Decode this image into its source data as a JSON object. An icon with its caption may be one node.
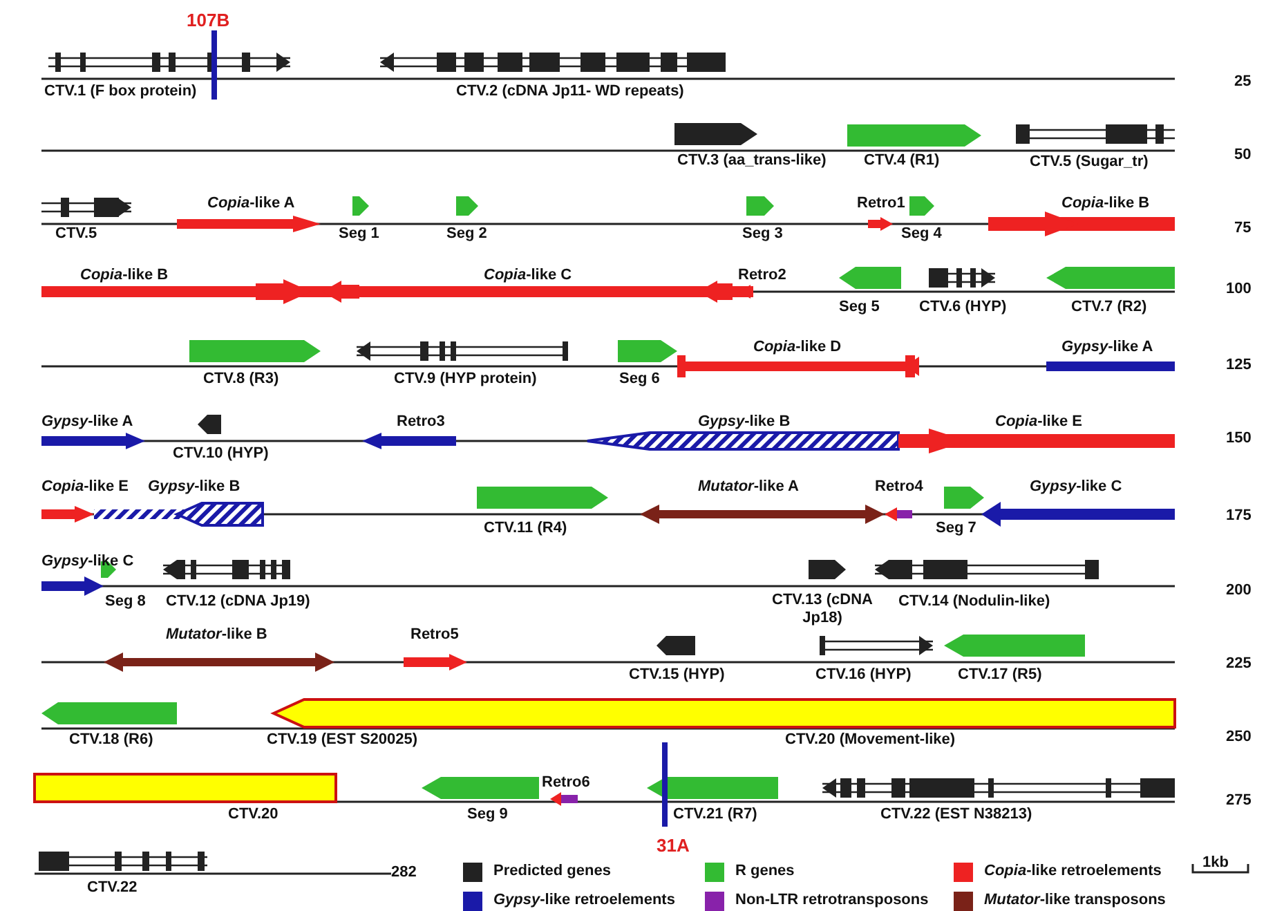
{
  "diagram": {
    "labels": [
      "107B",
      "CTV.1 (F box protein)",
      "CTV.2 (cDNA Jp11- WD repeats)",
      "25",
      "CTV.3 (aa_trans-like)",
      "CTV.4 (R1)",
      "CTV.5 (Sugar_tr)",
      "50",
      "*Copia*-like A",
      "Retro1",
      "*Copia*-like B",
      "CTV.5",
      "Seg 1",
      "Seg 2",
      "Seg 3",
      "Seg 4",
      "75",
      "*Copia*-like B",
      "*Copia*-like C",
      "Retro2",
      "Seg 5",
      "CTV.6 (HYP)",
      "CTV.7 (R2)",
      "100",
      "*Copia*-like D",
      "*Gypsy*-like A",
      "CTV.8 (R3)",
      "CTV.9 (HYP protein)",
      "Seg 6",
      "125",
      "*Gypsy*-like A",
      "Retro3",
      "*Gypsy*-like B",
      "*Copia*-like E",
      "CTV.10 (HYP)",
      "150",
      "*Copia*-like E",
      "*Gypsy*-like B",
      "*Mutator*-like A",
      "Retro4",
      "*Gypsy*-like C",
      "CTV.11 (R4)",
      "Seg 7",
      "175",
      "*Gypsy*-like C",
      "Seg 8",
      "CTV.12 (cDNA Jp19)",
      "CTV.13 (cDNA Jp18)",
      "CTV.14 (Nodulin-like)",
      "200",
      "*Mutator*-like B",
      "Retro5",
      "CTV.15 (HYP)",
      "CTV.16 (HYP)",
      "CTV.17 (R5)",
      "225",
      "CTV.18 (R6)",
      "CTV.19 (EST S20025)",
      "CTV.20 (Movement-like)",
      "250",
      "Retro6",
      "CTV.20",
      "Seg 9",
      "CTV.21 (R7)",
      "CTV.22 (EST N38213)",
      "275",
      "31A",
      "CTV.22",
      "282",
      "1kb"
    ],
    "legend": [
      {
        "text": "Predicted genes",
        "color": "#222222"
      },
      {
        "text": "R genes",
        "color": "#33bb33"
      },
      {
        "text": "*Copia*-like retroelements",
        "color": "#ee2222"
      },
      {
        "text": "*Gypsy*-like retroelements",
        "color": "#1a1aa8"
      },
      {
        "text": "Non-LTR retrotransposons",
        "color": "#8822aa"
      },
      {
        "text": "*Mutator*-like transposons",
        "color": "#7a2218"
      }
    ]
  }
}
